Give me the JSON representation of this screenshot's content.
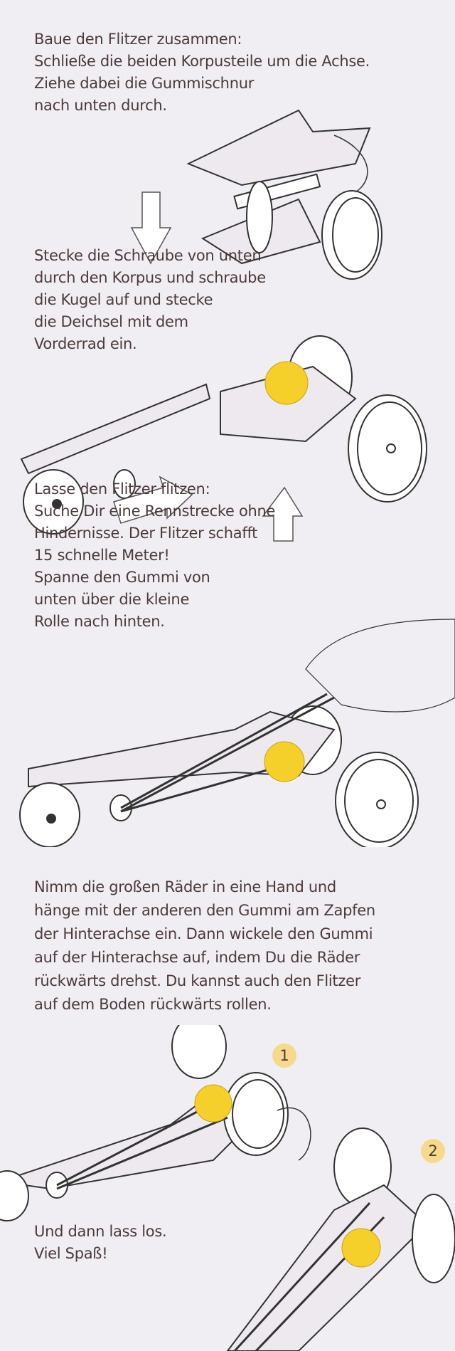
{
  "step1": {
    "lines": [
      "Baue den Flitzer zusammen:",
      "Schließe die beiden Korpusteile um die Achse.",
      "Ziehe dabei die Gummischnur",
      "nach unten durch."
    ]
  },
  "step2": {
    "lines": [
      "Stecke die Schraube von unten",
      "durch den Korpus und schraube",
      "die Kugel auf und stecke",
      "die Deichsel mit dem",
      "Vorderrad ein."
    ]
  },
  "step3": {
    "lines": [
      "Lasse den Flitzer flitzen:",
      "Suche Dir eine Rennstrecke ohne",
      "Hindernisse. Der Flitzer schafft",
      "15 schnelle Meter!",
      "Spanne den Gummi von",
      "unten über die kleine",
      "Rolle nach hinten."
    ]
  },
  "step4": {
    "lines": [
      "Nimm die großen Räder in eine Hand und",
      "hänge mit der anderen den Gummi am Zapfen",
      "der Hinterachse ein. Dann wickele den Gummi",
      "auf der Hinterachse auf, indem Du die Räder",
      "rückwärts drehst. Du kannst auch den Flitzer",
      "auf dem Boden rückwärts rollen."
    ]
  },
  "badges": [
    "1",
    "2"
  ],
  "final": {
    "lines": [
      "Und dann lass los.",
      "Viel Spaß!"
    ]
  },
  "colors": {
    "ball": "#f5cf2a",
    "badge": "#f6d98c",
    "text": "#4b3a3b",
    "background": "#f0eef2"
  }
}
